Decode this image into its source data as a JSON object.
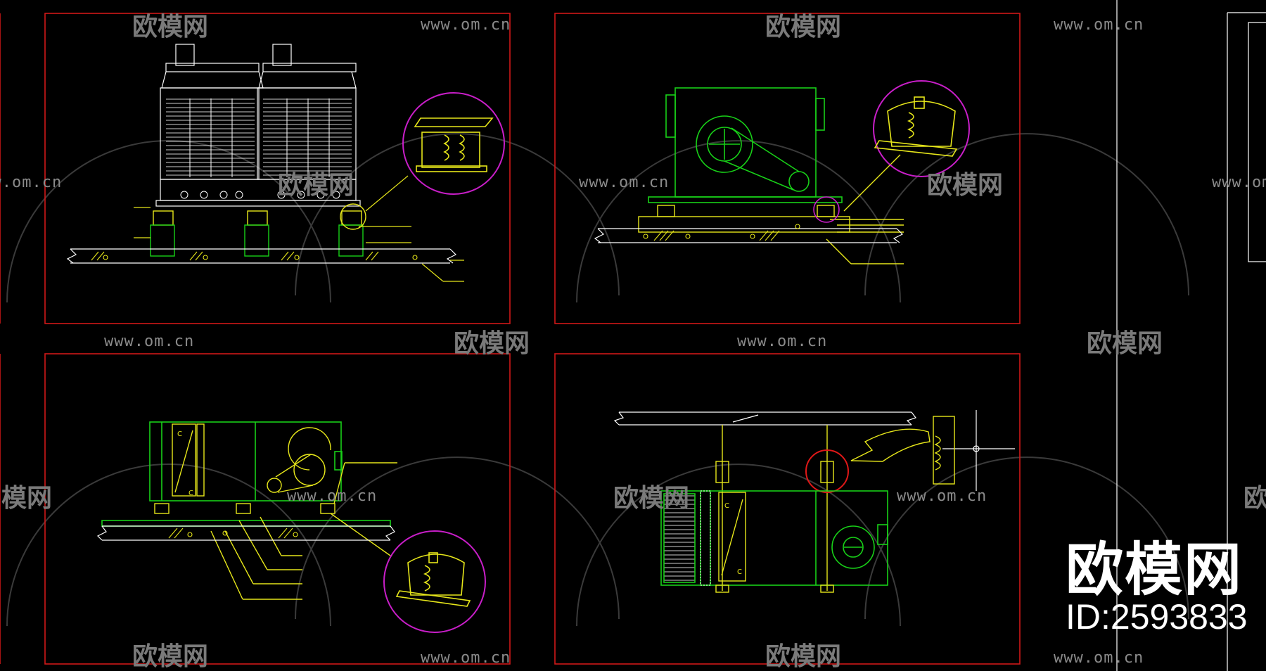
{
  "watermark": {
    "url": "www.om.cn",
    "brand": "欧模网",
    "brand_partial_left": "模网",
    "brand_partial_right": "欧"
  },
  "footer": {
    "brand": "欧模网",
    "id": "ID:2593833"
  },
  "colors": {
    "frame": "#d01818",
    "equipment": "#18d018",
    "detail": "#e6e61a",
    "callout": "#c81ec8",
    "callout_red": "#e01818",
    "line": "#ffffff"
  },
  "drawings": [
    {
      "id": "cooling-tower-vibration-isolation"
    },
    {
      "id": "floor-fan-unit-vibration-isolation"
    },
    {
      "id": "air-handling-unit-floor-isolation"
    },
    {
      "id": "ceiling-hung-unit-spring-hanger"
    }
  ],
  "panel_labels": {
    "filter_mark": "C"
  }
}
